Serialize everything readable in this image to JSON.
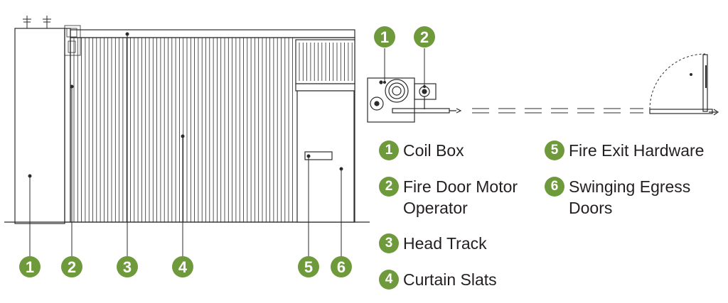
{
  "accent_color": "#6e9a3c",
  "line_color": "#2b2b2b",
  "callouts": [
    "1",
    "2",
    "3",
    "4",
    "5",
    "6"
  ],
  "legend": [
    {
      "num": "1",
      "label": "Coil Box"
    },
    {
      "num": "2",
      "label": "Fire Door Motor\nOperator"
    },
    {
      "num": "3",
      "label": "Head Track"
    },
    {
      "num": "4",
      "label": "Curtain Slats"
    },
    {
      "num": "5",
      "label": "Fire Exit Hardware"
    },
    {
      "num": "6",
      "label": "Swinging Egress\nDoors"
    }
  ]
}
